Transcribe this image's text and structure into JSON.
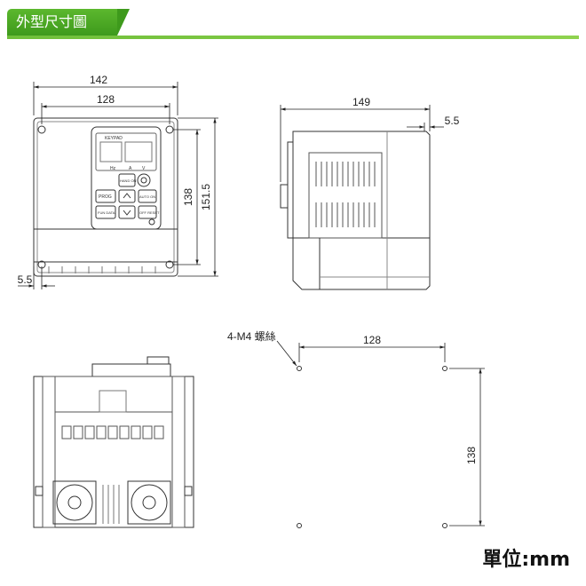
{
  "header": {
    "title": "外型尺寸圖"
  },
  "front_view": {
    "width_outer": "142",
    "width_inner": "128",
    "height_inner": "138",
    "height_outer": "151.5",
    "offset_bottom": "5.5",
    "keypad": {
      "brand": "KEYPAD",
      "indicators": [
        "Hz",
        "A",
        "V"
      ],
      "keys": [
        "PROG",
        "HAND ON",
        "AUTO ON",
        "FUN DATA",
        "OFF RESET"
      ]
    }
  },
  "side_view": {
    "depth": "149",
    "offset": "5.5"
  },
  "mounting": {
    "screw_label": "4-M4 螺絲",
    "width": "128",
    "height": "138"
  },
  "unit": "單位:mm"
}
